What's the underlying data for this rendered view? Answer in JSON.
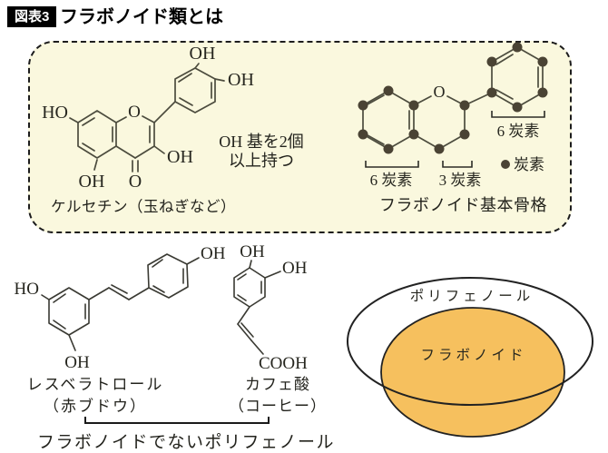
{
  "colors": {
    "panel_bg": "#FAF8DE",
    "line": "#4C4C3E",
    "carbon_dot": "#4A4334",
    "venn_fill": "#F6C05E",
    "ink": "#1F1F1C"
  },
  "header": {
    "badge": "図表3",
    "title": "フラボノイド類とは"
  },
  "quercetin": {
    "labels": {
      "ho7": "HO",
      "o1": "O",
      "oh5": "OH",
      "o4": "O",
      "oh3": "OH",
      "oh3p": "OH",
      "oh4p": "OH"
    },
    "note_line1": "OH 基を2個",
    "note_line2": "以上持つ",
    "caption": "ケルセチン（玉ねぎなど）"
  },
  "skeleton": {
    "o1": "O",
    "bracket_left": "6 炭素",
    "bracket_mid": "3 炭素",
    "bracket_right": "6 炭素",
    "legend": "炭素",
    "caption": "フラボノイド基本骨格"
  },
  "resveratrol": {
    "labels": {
      "ho": "HO",
      "oh_bottom": "OH",
      "oh_top": "OH"
    },
    "name": "レスベラトロール",
    "source": "（赤ブドウ）"
  },
  "caffeic": {
    "labels": {
      "oh_top": "OH",
      "oh_right": "OH",
      "cooh": "COOH"
    },
    "name": "カフェ酸",
    "source": "（コーヒー）"
  },
  "venn": {
    "outer_label": "ポリフェノール",
    "inner_label": "フラボノイド"
  },
  "footer": {
    "caption": "フラボノイドでないポリフェノール"
  }
}
